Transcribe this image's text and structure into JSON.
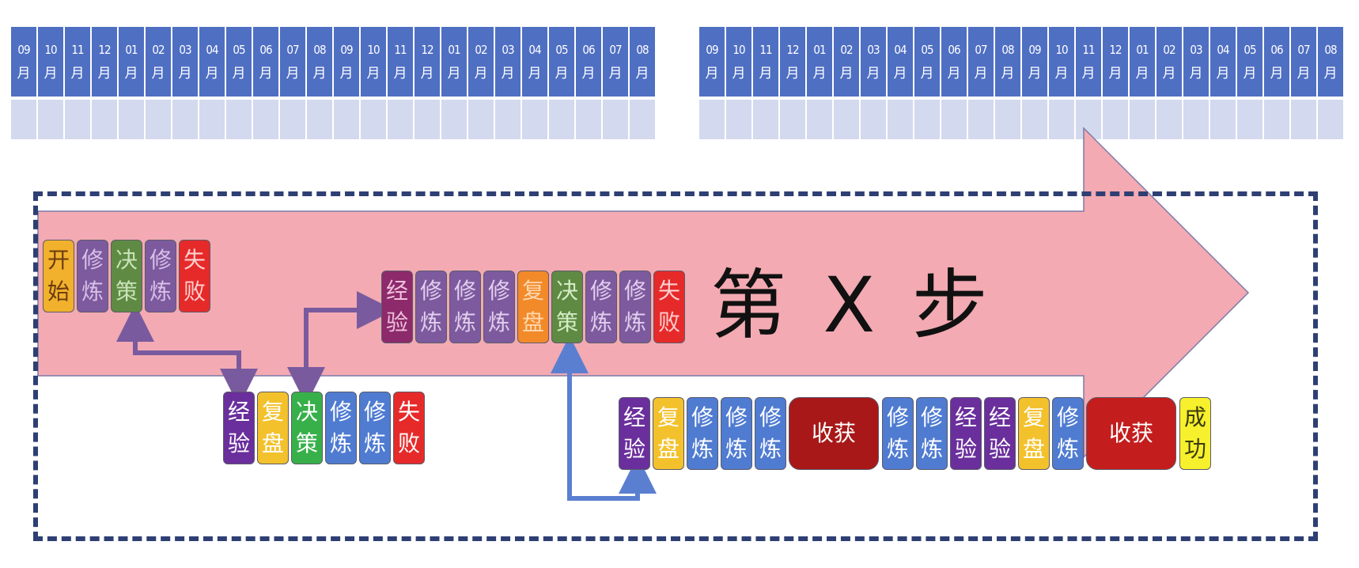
{
  "timelines": [
    {
      "months": [
        {
          "num": "09",
          "unit": "月"
        },
        {
          "num": "10",
          "unit": "月"
        },
        {
          "num": "11",
          "unit": "月"
        },
        {
          "num": "12",
          "unit": "月"
        },
        {
          "num": "01",
          "unit": "月"
        },
        {
          "num": "02",
          "unit": "月"
        },
        {
          "num": "03",
          "unit": "月"
        },
        {
          "num": "04",
          "unit": "月"
        },
        {
          "num": "05",
          "unit": "月"
        },
        {
          "num": "06",
          "unit": "月"
        },
        {
          "num": "07",
          "unit": "月"
        },
        {
          "num": "08",
          "unit": "月"
        },
        {
          "num": "09",
          "unit": "月"
        },
        {
          "num": "10",
          "unit": "月"
        },
        {
          "num": "11",
          "unit": "月"
        },
        {
          "num": "12",
          "unit": "月"
        },
        {
          "num": "01",
          "unit": "月"
        },
        {
          "num": "02",
          "unit": "月"
        },
        {
          "num": "03",
          "unit": "月"
        },
        {
          "num": "04",
          "unit": "月"
        },
        {
          "num": "05",
          "unit": "月"
        },
        {
          "num": "06",
          "unit": "月"
        },
        {
          "num": "07",
          "unit": "月"
        },
        {
          "num": "08",
          "unit": "月"
        }
      ]
    },
    {
      "months": [
        {
          "num": "09",
          "unit": "月"
        },
        {
          "num": "10",
          "unit": "月"
        },
        {
          "num": "11",
          "unit": "月"
        },
        {
          "num": "12",
          "unit": "月"
        },
        {
          "num": "01",
          "unit": "月"
        },
        {
          "num": "02",
          "unit": "月"
        },
        {
          "num": "03",
          "unit": "月"
        },
        {
          "num": "04",
          "unit": "月"
        },
        {
          "num": "05",
          "unit": "月"
        },
        {
          "num": "06",
          "unit": "月"
        },
        {
          "num": "07",
          "unit": "月"
        },
        {
          "num": "08",
          "unit": "月"
        },
        {
          "num": "09",
          "unit": "月"
        },
        {
          "num": "10",
          "unit": "月"
        },
        {
          "num": "11",
          "unit": "月"
        },
        {
          "num": "12",
          "unit": "月"
        },
        {
          "num": "01",
          "unit": "月"
        },
        {
          "num": "02",
          "unit": "月"
        },
        {
          "num": "03",
          "unit": "月"
        },
        {
          "num": "04",
          "unit": "月"
        },
        {
          "num": "05",
          "unit": "月"
        },
        {
          "num": "06",
          "unit": "月"
        },
        {
          "num": "07",
          "unit": "月"
        },
        {
          "num": "08",
          "unit": "月"
        }
      ]
    }
  ],
  "title": "第 X 步",
  "colors": {
    "timeline_header": "#4f6fc3",
    "timeline_empty": "#d3d9ee",
    "arrow_fill": "#f3aab2",
    "frame": "#2e3f73",
    "connector_purple": "#7a5a9e",
    "connector_blue": "#5b7fd0"
  },
  "rows": [
    {
      "name": "row-1",
      "blocks": [
        {
          "line1": "开",
          "line2": "始",
          "bg": "#f1b12c",
          "fg": "#6b3b10"
        },
        {
          "line1": "修",
          "line2": "炼",
          "bg": "#7d5a9e",
          "fg": "#d8c0e8"
        },
        {
          "line1": "决",
          "line2": "策",
          "bg": "#5f8a43",
          "fg": "#c9e2b8"
        },
        {
          "line1": "修",
          "line2": "炼",
          "bg": "#7d5a9e",
          "fg": "#d8c0e8"
        },
        {
          "line1": "失",
          "line2": "败",
          "bg": "#e62a2a",
          "fg": "#ffd0d0"
        }
      ]
    },
    {
      "name": "row-2",
      "blocks": [
        {
          "line1": "经",
          "line2": "验",
          "bg": "#6a2f9c",
          "fg": "#ffffff"
        },
        {
          "line1": "复",
          "line2": "盘",
          "bg": "#f3c12b",
          "fg": "#ffffff"
        },
        {
          "line1": "决",
          "line2": "策",
          "bg": "#38b04a",
          "fg": "#ffffff"
        },
        {
          "line1": "修",
          "line2": "炼",
          "bg": "#4f7bd1",
          "fg": "#ffffff"
        },
        {
          "line1": "修",
          "line2": "炼",
          "bg": "#4f7bd1",
          "fg": "#ffffff"
        },
        {
          "line1": "失",
          "line2": "败",
          "bg": "#e62a2a",
          "fg": "#ffffff"
        }
      ]
    },
    {
      "name": "row-3",
      "blocks": [
        {
          "line1": "经",
          "line2": "验",
          "bg": "#8c2a6b",
          "fg": "#f0c0dc"
        },
        {
          "line1": "修",
          "line2": "炼",
          "bg": "#7d5a9e",
          "fg": "#e2cfee"
        },
        {
          "line1": "修",
          "line2": "炼",
          "bg": "#7d5a9e",
          "fg": "#e2cfee"
        },
        {
          "line1": "修",
          "line2": "炼",
          "bg": "#7d5a9e",
          "fg": "#e2cfee"
        },
        {
          "line1": "复",
          "line2": "盘",
          "bg": "#f28a2a",
          "fg": "#ffd8b0"
        },
        {
          "line1": "决",
          "line2": "策",
          "bg": "#5f8a43",
          "fg": "#d4ecc4"
        },
        {
          "line1": "修",
          "line2": "炼",
          "bg": "#7d5a9e",
          "fg": "#e2cfee"
        },
        {
          "line1": "修",
          "line2": "炼",
          "bg": "#7d5a9e",
          "fg": "#e2cfee"
        },
        {
          "line1": "失",
          "line2": "败",
          "bg": "#e62a2a",
          "fg": "#ffd0d0"
        }
      ]
    },
    {
      "name": "row-4",
      "blocks": [
        {
          "line1": "经",
          "line2": "验",
          "bg": "#6a2f9c",
          "fg": "#ffffff"
        },
        {
          "line1": "复",
          "line2": "盘",
          "bg": "#f3c12b",
          "fg": "#ffffff"
        },
        {
          "line1": "修",
          "line2": "炼",
          "bg": "#4f7bd1",
          "fg": "#ffffff"
        },
        {
          "line1": "修",
          "line2": "炼",
          "bg": "#4f7bd1",
          "fg": "#ffffff"
        },
        {
          "line1": "修",
          "line2": "炼",
          "bg": "#4f7bd1",
          "fg": "#ffffff"
        },
        {
          "line1": "收获",
          "line2": "",
          "bg": "#a81818",
          "fg": "#ffffff",
          "wide": true
        },
        {
          "line1": "修",
          "line2": "炼",
          "bg": "#4f7bd1",
          "fg": "#ffffff"
        },
        {
          "line1": "修",
          "line2": "炼",
          "bg": "#4f7bd1",
          "fg": "#ffffff"
        },
        {
          "line1": "经",
          "line2": "验",
          "bg": "#6a2f9c",
          "fg": "#ffffff"
        },
        {
          "line1": "经",
          "line2": "验",
          "bg": "#6a2f9c",
          "fg": "#ffffff"
        },
        {
          "line1": "复",
          "line2": "盘",
          "bg": "#f3c12b",
          "fg": "#ffffff"
        },
        {
          "line1": "修",
          "line2": "炼",
          "bg": "#4f7bd1",
          "fg": "#ffffff"
        },
        {
          "line1": "收获",
          "line2": "",
          "bg": "#c41d1d",
          "fg": "#ffffff",
          "wide": true
        },
        {
          "line1": "成",
          "line2": "功",
          "bg": "#f7f02c",
          "fg": "#3a3a10"
        }
      ]
    }
  ]
}
